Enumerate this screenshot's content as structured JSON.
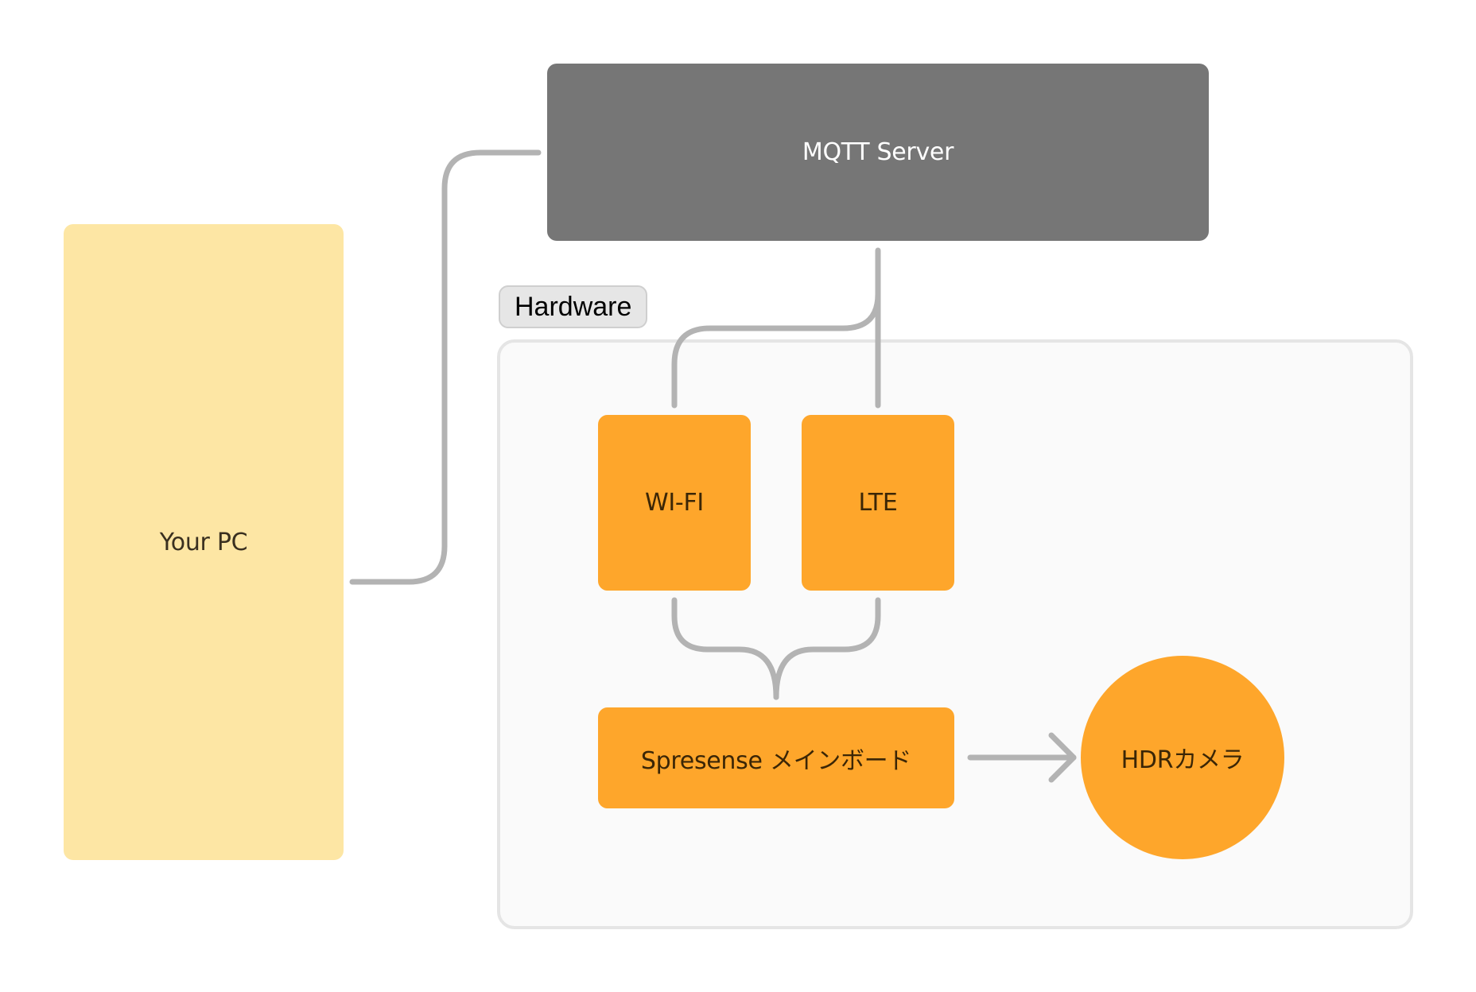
{
  "diagram": {
    "nodes": {
      "your_pc": {
        "label": "Your PC",
        "color": "#fde6a4"
      },
      "mqtt_server": {
        "label": "MQTT Server",
        "color": "#767676"
      },
      "wifi": {
        "label": "WI-FI",
        "color": "#fea62b"
      },
      "lte": {
        "label": "LTE",
        "color": "#fea62b"
      },
      "spresense": {
        "label": "Spresense メインボード",
        "color": "#fea62b"
      },
      "hdr_camera": {
        "label": "HDRカメラ",
        "color": "#fea62b"
      }
    },
    "groups": [
      {
        "id": "hardware",
        "label": "Hardware",
        "members": [
          "wifi",
          "lte",
          "spresense",
          "hdr_camera"
        ]
      }
    ],
    "edges": [
      {
        "from": "your_pc",
        "to": "mqtt_server",
        "style": "line"
      },
      {
        "from": "mqtt_server",
        "to": "wifi",
        "style": "line"
      },
      {
        "from": "mqtt_server",
        "to": "lte",
        "style": "line"
      },
      {
        "from": "wifi",
        "to": "spresense",
        "style": "line"
      },
      {
        "from": "lte",
        "to": "spresense",
        "style": "line"
      },
      {
        "from": "spresense",
        "to": "hdr_camera",
        "style": "arrow"
      }
    ],
    "edge_color": "#b3b3b3"
  }
}
